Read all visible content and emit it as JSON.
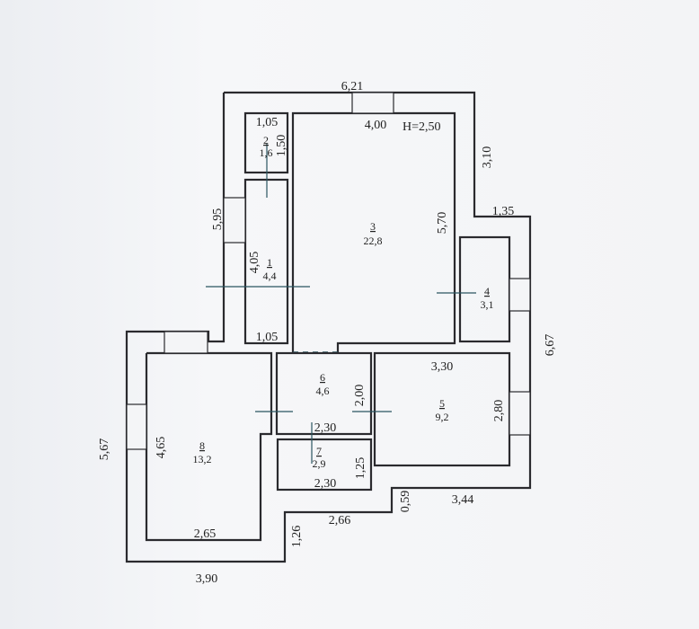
{
  "plan": {
    "ceiling_height": "H=2,50",
    "rooms": [
      {
        "number": "1",
        "area": "4,4"
      },
      {
        "number": "2",
        "area": "1,6"
      },
      {
        "number": "3",
        "area": "22,8"
      },
      {
        "number": "4",
        "area": "3,1"
      },
      {
        "number": "5",
        "area": "9,2"
      },
      {
        "number": "6",
        "area": "4,6"
      },
      {
        "number": "7",
        "area": "2,9"
      },
      {
        "number": "8",
        "area": "13,2"
      }
    ],
    "dimensions": {
      "top_outer": "6,21",
      "room3_top": "4,00",
      "right_upper": "3,10",
      "step_right": "1,35",
      "room3_right": "5,70",
      "left_outer_upper": "5,95",
      "room2_width": "1,05",
      "room2_height": "1,50",
      "room1_height": "4,05",
      "room1_width": "1,05",
      "right_outer": "6,67",
      "room5_width": "3,30",
      "room5_height": "2,80",
      "room6_height": "2,00",
      "room6_width": "2,30",
      "room7_height": "1,25",
      "room7_width": "2,30",
      "room8_height": "4,65",
      "room8_width": "2,65",
      "left_outer_lower": "5,67",
      "bottom_right": "3,44",
      "step_small": "0,59",
      "bottom_middle": "2,66",
      "step_lower": "1,26",
      "bottom_left": "3,90"
    }
  }
}
